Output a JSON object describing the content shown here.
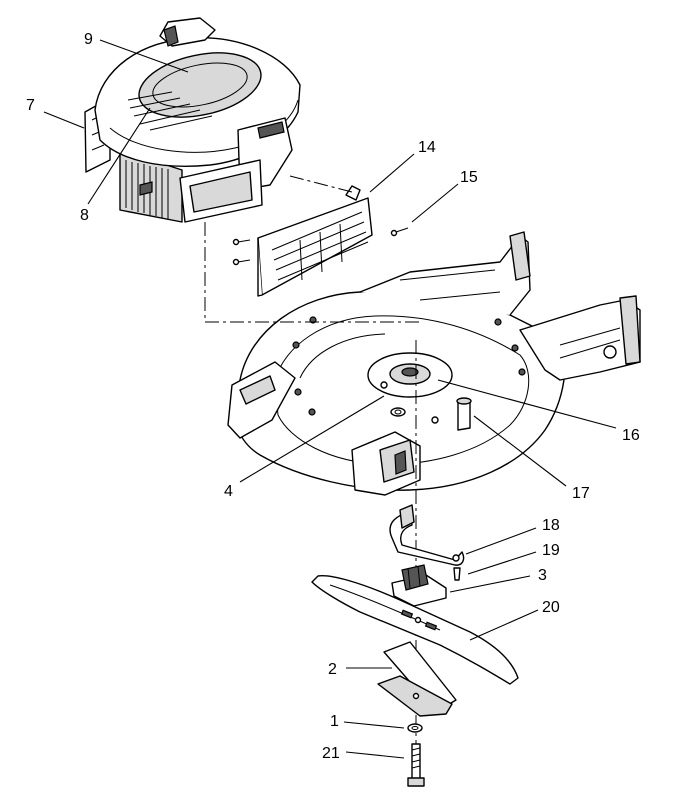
{
  "callouts": {
    "c9": "9",
    "c7": "7",
    "c8": "8",
    "c14": "14",
    "c15": "15",
    "c16": "16",
    "c4": "4",
    "c17": "17",
    "c18": "18",
    "c19": "19",
    "c3": "3",
    "c20": "20",
    "c2": "2",
    "c1": "1",
    "c21": "21"
  }
}
